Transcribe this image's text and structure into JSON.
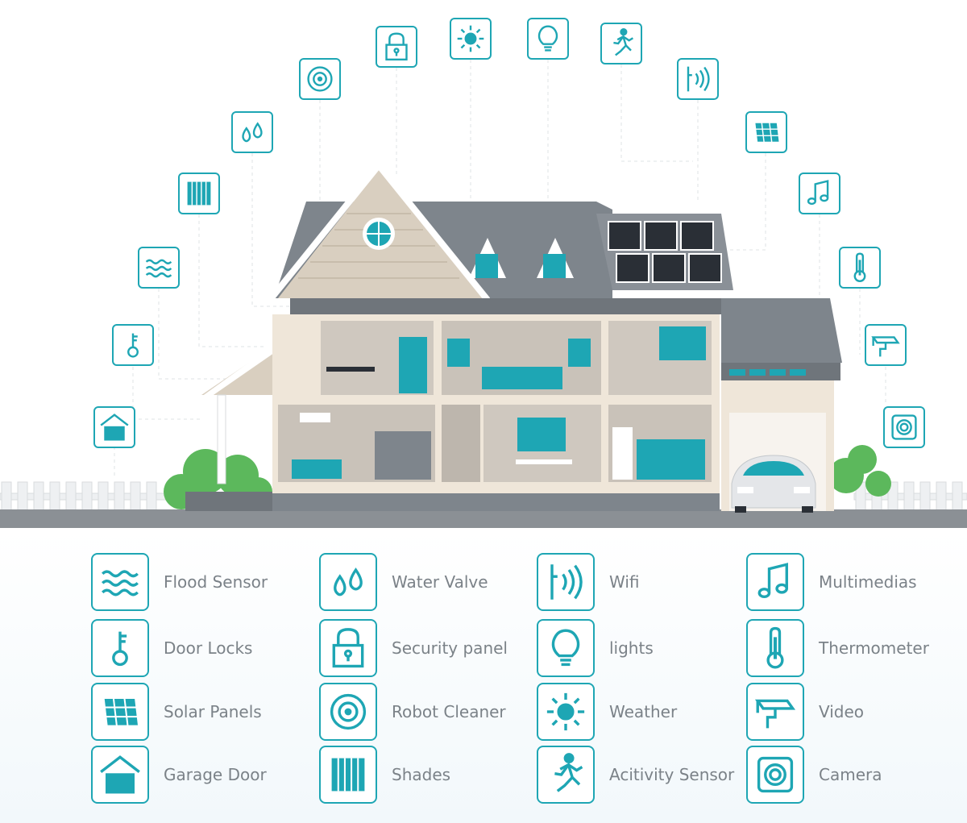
{
  "colors": {
    "accent": "#1ea6b4",
    "label": "#7b8288",
    "roof": "#7e858c",
    "wall": "#efe6d9",
    "siding": "#d9cfc0",
    "ground": "#8b9095",
    "bush": "#5cb85c"
  },
  "ring_icons": [
    "garage-icon",
    "door-lock-icon",
    "flood-icon",
    "shades-icon",
    "water-valve-icon",
    "robot-cleaner-icon",
    "security-panel-icon",
    "weather-icon",
    "light-bulb-icon",
    "activity-icon",
    "wifi-icon",
    "solar-panel-icon",
    "music-icon",
    "thermometer-icon",
    "video-camera-icon",
    "camera-icon"
  ],
  "legend": {
    "columns": [
      [
        {
          "icon": "flood-icon",
          "label": "Flood Sensor"
        },
        {
          "icon": "door-lock-icon",
          "label": "Door Locks"
        },
        {
          "icon": "solar-panel-icon",
          "label": "Solar Panels"
        },
        {
          "icon": "garage-icon",
          "label": "Garage Door"
        }
      ],
      [
        {
          "icon": "water-valve-icon",
          "label": "Water Valve"
        },
        {
          "icon": "security-panel-icon",
          "label": "Security panel"
        },
        {
          "icon": "robot-cleaner-icon",
          "label": "Robot Cleaner"
        },
        {
          "icon": "shades-icon",
          "label": "Shades"
        }
      ],
      [
        {
          "icon": "wifi-icon",
          "label": "Wifi"
        },
        {
          "icon": "light-bulb-icon",
          "label": "lights"
        },
        {
          "icon": "weather-icon",
          "label": "Weather"
        },
        {
          "icon": "activity-icon",
          "label": "Acitivity Sensor"
        }
      ],
      [
        {
          "icon": "music-icon",
          "label": "Multimedias"
        },
        {
          "icon": "thermometer-icon",
          "label": "Thermometer"
        },
        {
          "icon": "video-camera-icon",
          "label": "Video"
        },
        {
          "icon": "camera-icon",
          "label": "Camera"
        }
      ]
    ]
  }
}
